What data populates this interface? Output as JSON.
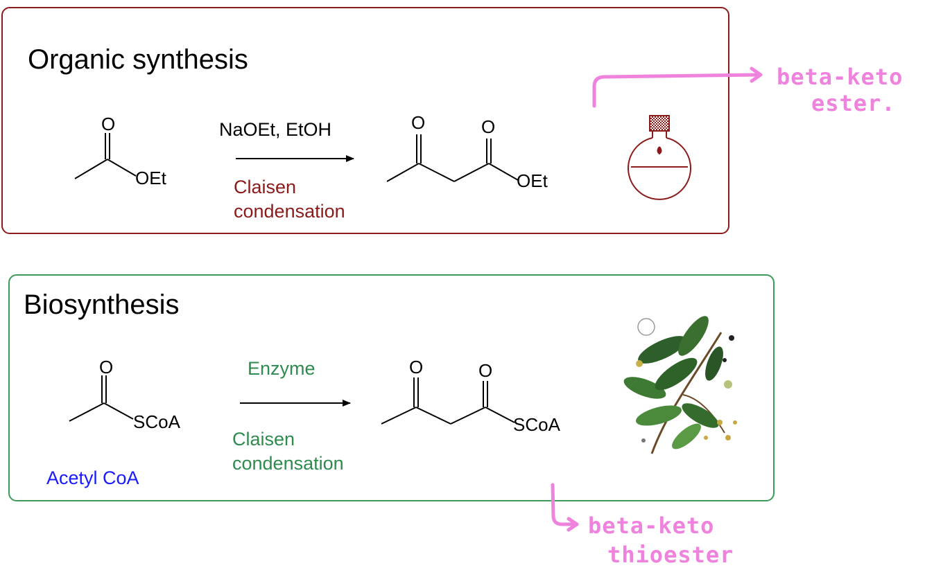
{
  "organic": {
    "title": "Organic synthesis",
    "reagents": "NaOEt, EtOH",
    "reaction_line1": "Claisen",
    "reaction_line2": "condensation",
    "reactant_atoms": {
      "oxygen": "O",
      "ester_group": "OEt"
    },
    "product_atoms": {
      "oxygen_1": "O",
      "oxygen_2": "O",
      "ester_group": "OEt"
    },
    "border_color": "#8b1a1a",
    "reaction_color": "#8b1a1a",
    "flask_icon": "round-bottom-flask-icon"
  },
  "bio": {
    "title": "Biosynthesis",
    "enzyme": "Enzyme",
    "reaction_line1": "Claisen",
    "reaction_line2": "condensation",
    "reactant_name": "Acetyl CoA",
    "reactant_atoms": {
      "oxygen": "O",
      "thioester_group": "SCoA"
    },
    "product_atoms": {
      "oxygen_1": "O",
      "oxygen_2": "O",
      "thioester_group": "SCoA"
    },
    "border_color": "#3c9b57",
    "reaction_color": "#2e8b4e",
    "name_color": "#1a1aff",
    "plant_icon": "plant-illustration-icon"
  },
  "annotations": {
    "top_line1": "beta-keto",
    "top_line2": "ester.",
    "bottom_line1": "beta-keto",
    "bottom_line2": "thioester",
    "color": "#ee82dc"
  }
}
